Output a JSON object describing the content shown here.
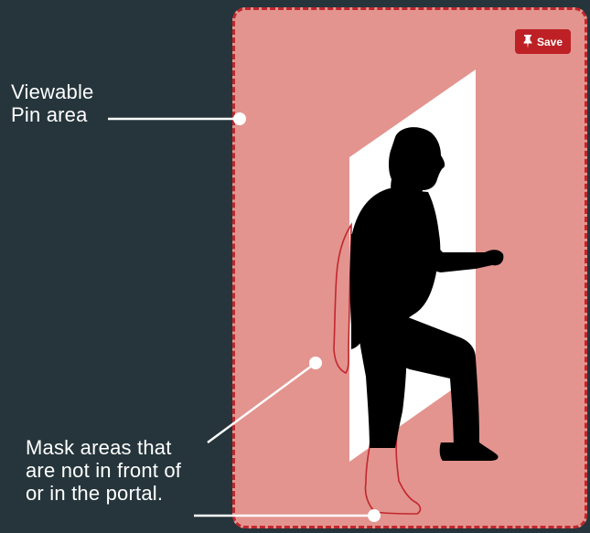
{
  "labels": {
    "viewable": "Viewable\nPin area",
    "mask": "Mask areas that\nare not in front of\nor in the portal."
  },
  "save_button": {
    "label": "Save",
    "icon": "pushpin-icon"
  },
  "colors": {
    "background": "#25353b",
    "pin_area_fill": "#e3948f",
    "pin_area_border": "#c1272d",
    "portal": "#ffffff",
    "silhouette": "#000000",
    "mask_outline": "#c1272d",
    "leader_lines": "#ffffff",
    "save_button": "#bd2125"
  }
}
